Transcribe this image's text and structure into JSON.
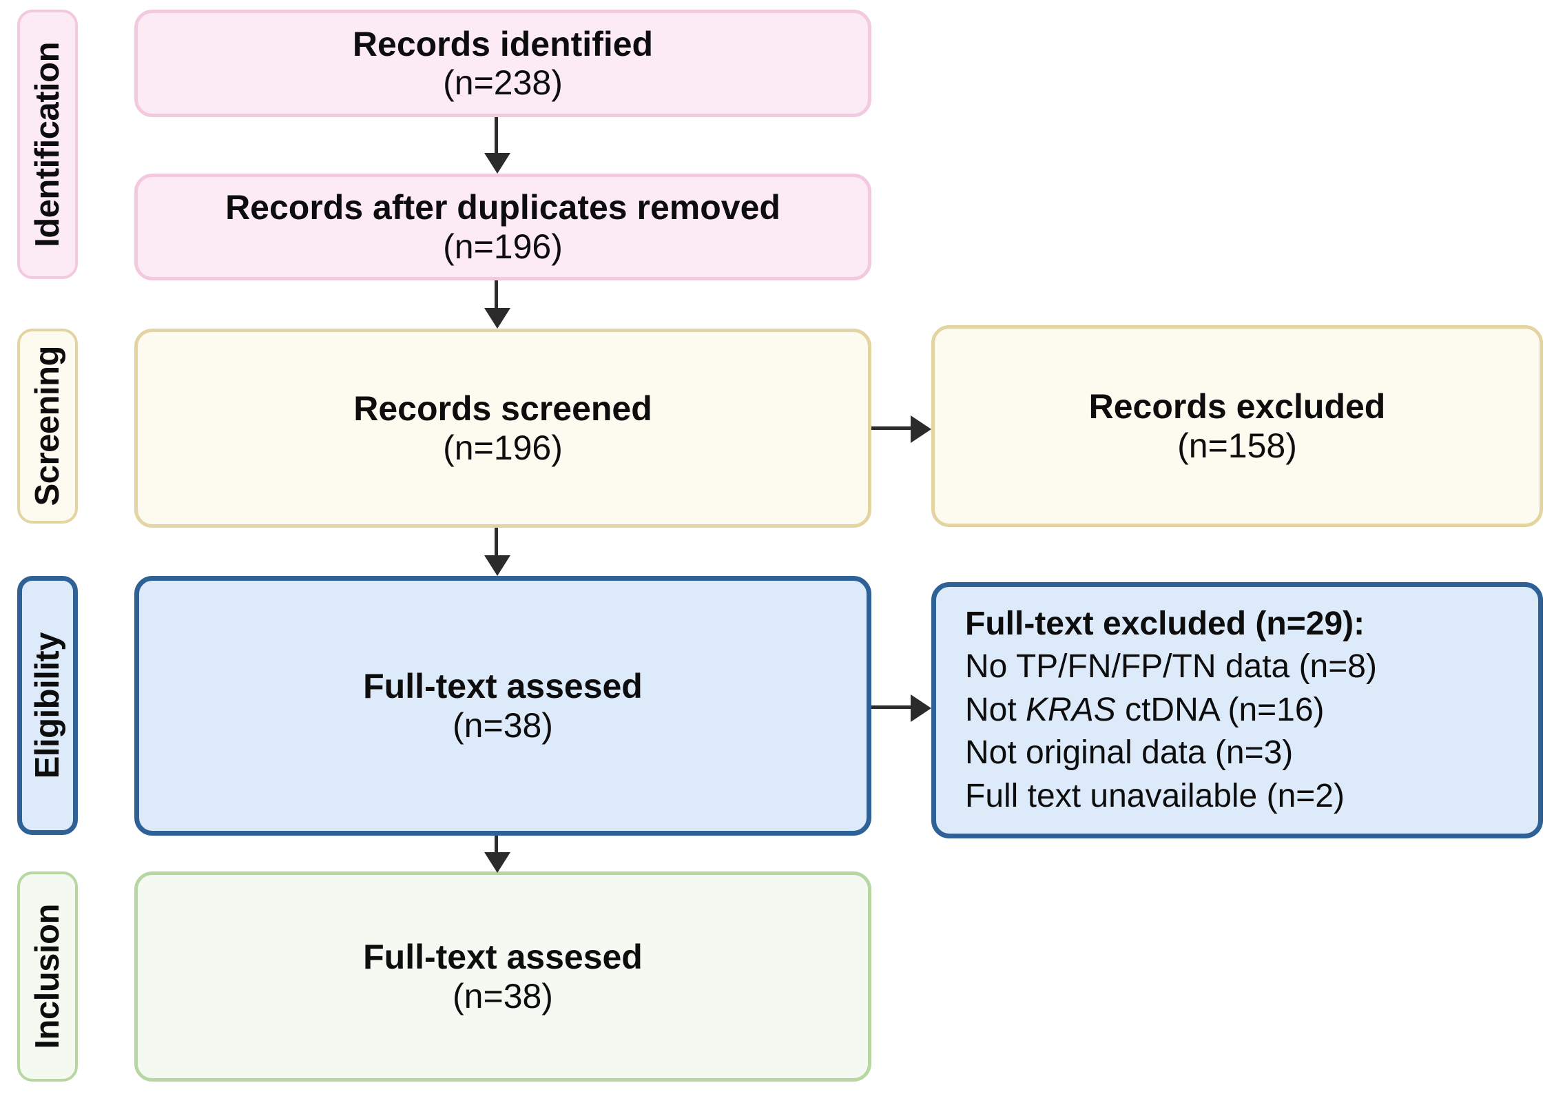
{
  "diagram": {
    "title": "PRISMA study selection flow diagram",
    "type": "prisma-flowchart"
  },
  "stages": [
    {
      "key": "identification",
      "label": "Identification",
      "color": "#fcebf4",
      "border": "#f2c9df"
    },
    {
      "key": "screening",
      "label": "Screening",
      "color": "#fdfbf0",
      "border": "#e4d4a2"
    },
    {
      "key": "eligibility",
      "label": "Eligibility",
      "color": "#ddeafa",
      "border": "#2e6296"
    },
    {
      "key": "inclusion",
      "label": "Inclusion",
      "color": "#f4faf1",
      "border": "#b6d7a1"
    }
  ],
  "boxes": {
    "identified": {
      "line1": "Records identified",
      "line2": "(n=238)"
    },
    "dedup": {
      "line1": "Records after duplicates removed",
      "line2": "(n=196)"
    },
    "screened": {
      "line1": "Records screened",
      "line2": "(n=196)"
    },
    "records_excluded": {
      "line1": "Records excluded",
      "line2": "(n=158)"
    },
    "fulltext": {
      "line1": "Full-text assesed",
      "line2": "(n=38)"
    },
    "included": {
      "line1": "Full-text assesed",
      "line2": "(n=38)"
    }
  },
  "fulltext_excluded": {
    "heading": "Full-text excluded (n=29):",
    "reasons": [
      {
        "pre": "No TP/FN/FP/TN data (n=8)",
        "em": "",
        "post": ""
      },
      {
        "pre": "Not ",
        "em": "KRAS",
        "post": " ctDNA (n=16)"
      },
      {
        "pre": "Not original data (n=3)",
        "em": "",
        "post": ""
      },
      {
        "pre": "Full text unavailable (n=2)",
        "em": "",
        "post": ""
      }
    ]
  },
  "counts": {
    "records_identified": 238,
    "records_after_duplicates": 196,
    "records_screened": 196,
    "records_excluded": 158,
    "fulltext_assessed": 38,
    "fulltext_excluded_total": 29,
    "excl_no_tp_fn_fp_tn": 8,
    "excl_not_kras_ctdna": 16,
    "excl_not_original": 3,
    "excl_unavailable": 2,
    "studies_included": 38
  },
  "arrows": [
    {
      "name": "identified-to-dedup",
      "direction": "down"
    },
    {
      "name": "dedup-to-screened",
      "direction": "down"
    },
    {
      "name": "screened-to-fulltext",
      "direction": "down"
    },
    {
      "name": "fulltext-to-included",
      "direction": "down"
    },
    {
      "name": "screened-to-excluded",
      "direction": "right"
    },
    {
      "name": "fulltext-to-fulltext-excluded",
      "direction": "right"
    }
  ]
}
